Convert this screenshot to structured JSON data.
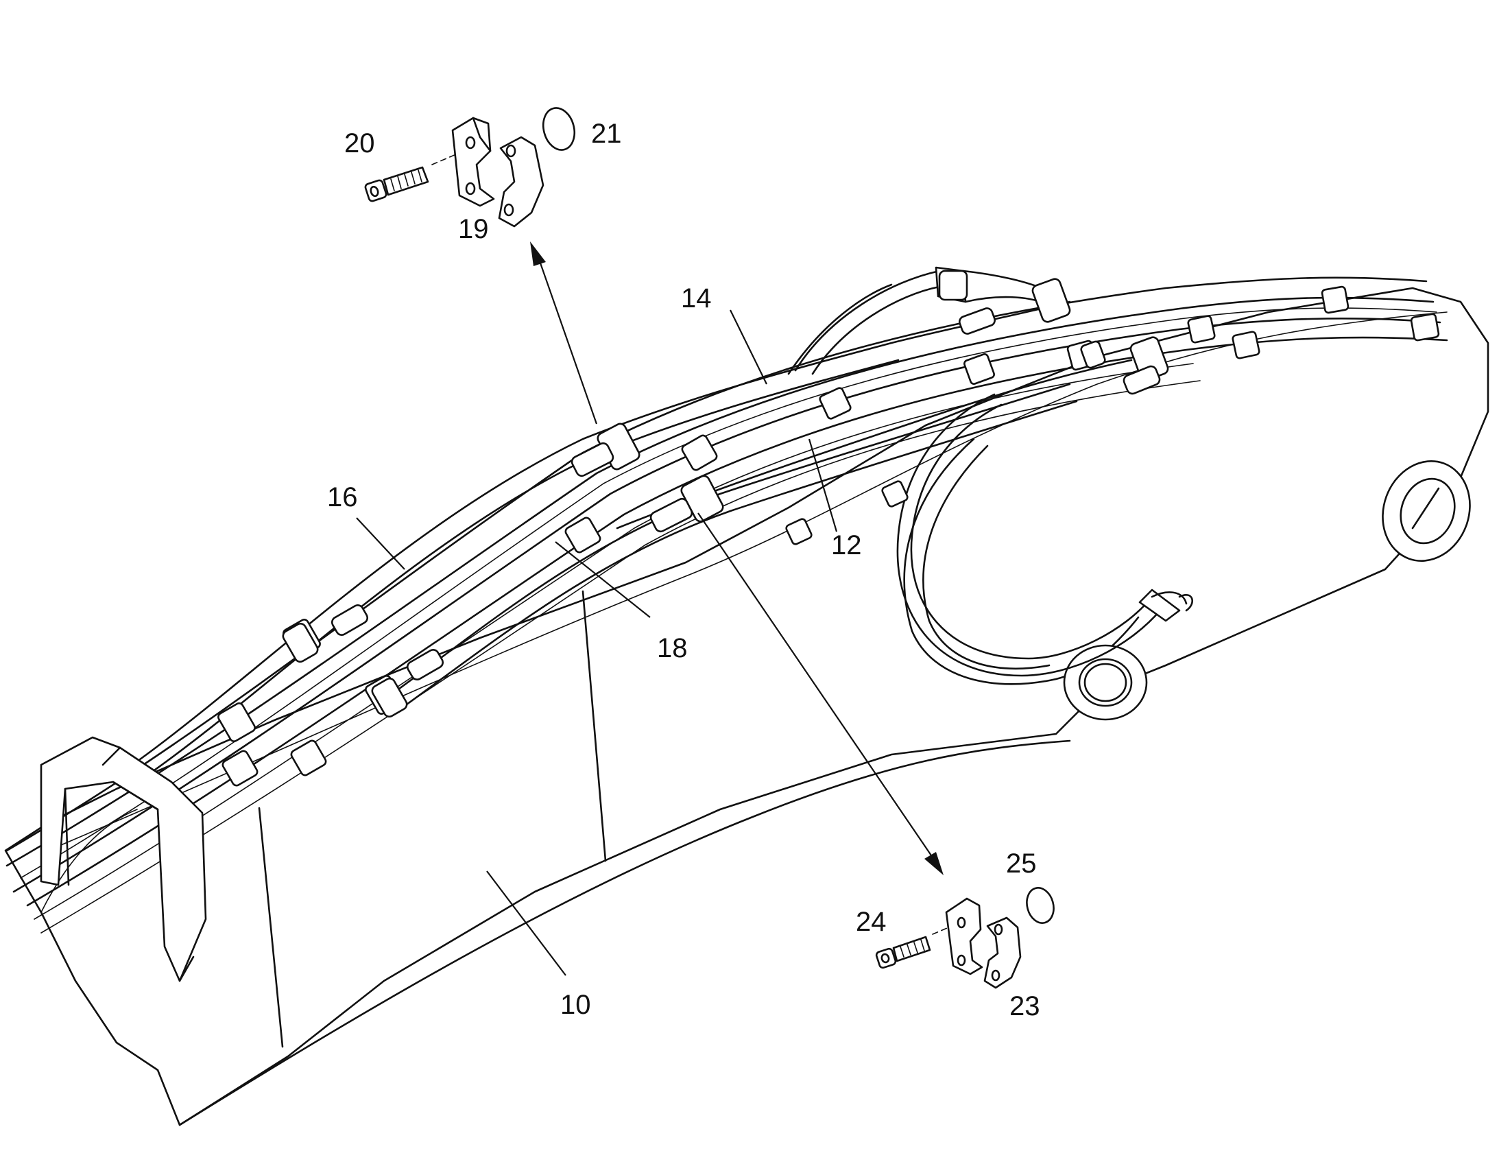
{
  "figure": {
    "labels": {
      "boom": "10",
      "hose_12": "12",
      "hose_14": "14",
      "hose_16": "16",
      "hose_18": "18",
      "flange_half_upper": "19",
      "bolt_upper": "20",
      "oring_upper": "21",
      "flange_half_lower": "23",
      "bolt_lower": "24",
      "oring_lower": "25"
    }
  }
}
